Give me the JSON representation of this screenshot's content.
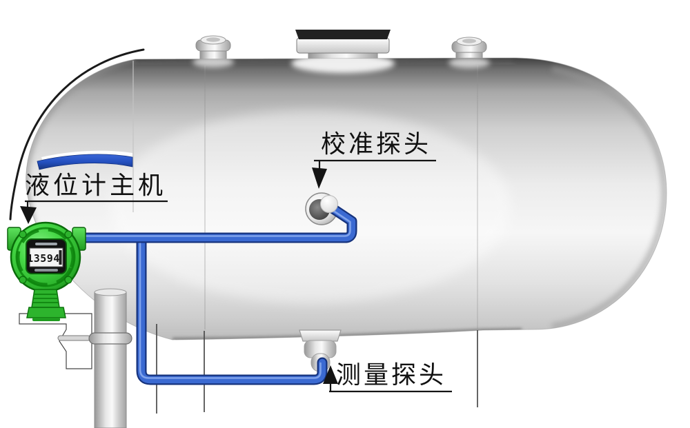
{
  "diagram": {
    "type": "equipment-installation-diagram",
    "subject": "horizontal tank level gauge system",
    "labels": {
      "level_gauge_host": "液位计主机",
      "calibration_probe": "校准探头",
      "measurement_probe": "测量探头"
    },
    "device": {
      "display_value": "13594"
    },
    "colors": {
      "tube_blue": "#3b6ad2",
      "tube_outline": "#16337d",
      "device_green": "#3ecb3e",
      "device_outline": "#0b630b",
      "level_band_blue": "#2450c0",
      "tank_gray": "#d9d9d9",
      "label_text": "#111111",
      "background": "#ffffff"
    }
  }
}
